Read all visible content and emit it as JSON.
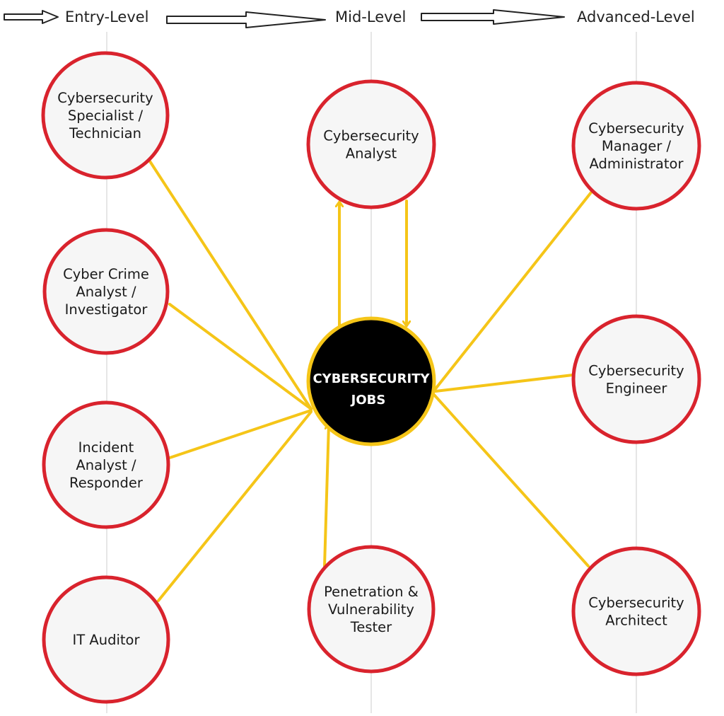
{
  "header": {
    "levels": [
      "Entry-Level",
      "Mid-Level",
      "Advanced-Level"
    ]
  },
  "hub": {
    "lines": [
      "CYBERSECURITY",
      "JOBS"
    ]
  },
  "nodes": [
    {
      "id": "specialist",
      "level": "Entry-Level",
      "lines": [
        "Cybersecurity",
        "Specialist /",
        "Technician"
      ]
    },
    {
      "id": "crime-analyst",
      "level": "Entry-Level",
      "lines": [
        "Cyber Crime",
        "Analyst /",
        "Investigator"
      ]
    },
    {
      "id": "incident-analyst",
      "level": "Entry-Level",
      "lines": [
        "Incident",
        "Analyst /",
        "Responder"
      ]
    },
    {
      "id": "it-auditor",
      "level": "Entry-Level",
      "lines": [
        "IT Auditor"
      ]
    },
    {
      "id": "analyst",
      "level": "Mid-Level",
      "lines": [
        "Cybersecurity",
        "Analyst"
      ]
    },
    {
      "id": "pen-tester",
      "level": "Mid-Level",
      "lines": [
        "Penetration &",
        "Vulnerability",
        "Tester"
      ]
    },
    {
      "id": "manager",
      "level": "Advanced-Level",
      "lines": [
        "Cybersecurity",
        "Manager /",
        "Administrator"
      ]
    },
    {
      "id": "engineer",
      "level": "Advanced-Level",
      "lines": [
        "Cybersecurity",
        "Engineer"
      ]
    },
    {
      "id": "architect",
      "level": "Advanced-Level",
      "lines": [
        "Cybersecurity",
        "Architect"
      ]
    }
  ],
  "colors": {
    "node_border": "#d9232d",
    "node_fill": "#f6f6f6",
    "connector": "#f5c518",
    "hub_fill": "#000000",
    "hub_border": "#f5c518",
    "column_line": "#e6e6e6"
  }
}
